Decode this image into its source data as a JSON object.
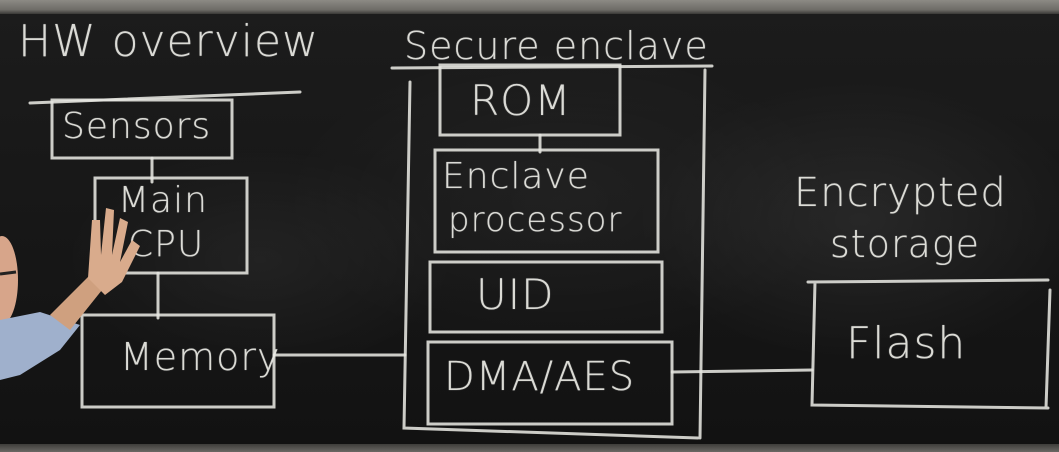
{
  "board": {
    "title": "HW overview",
    "secure_enclave_label": "Secure enclave",
    "encrypted_storage_label_line1": "Encrypted",
    "encrypted_storage_label_line2": "storage"
  },
  "host_blocks": {
    "sensors": "Sensors",
    "cpu_line1": "Main",
    "cpu_line2": "CPU",
    "memory": "Memory"
  },
  "enclave_blocks": {
    "rom": "ROM",
    "processor_line1": "Enclave",
    "processor_line2": "processor",
    "uid": "UID",
    "dma_aes": "DMA/AES"
  },
  "storage_blocks": {
    "flash": "Flash"
  },
  "colors": {
    "chalk": "#e6e6e0",
    "board": "#151515",
    "frame": "#7d7b76"
  }
}
